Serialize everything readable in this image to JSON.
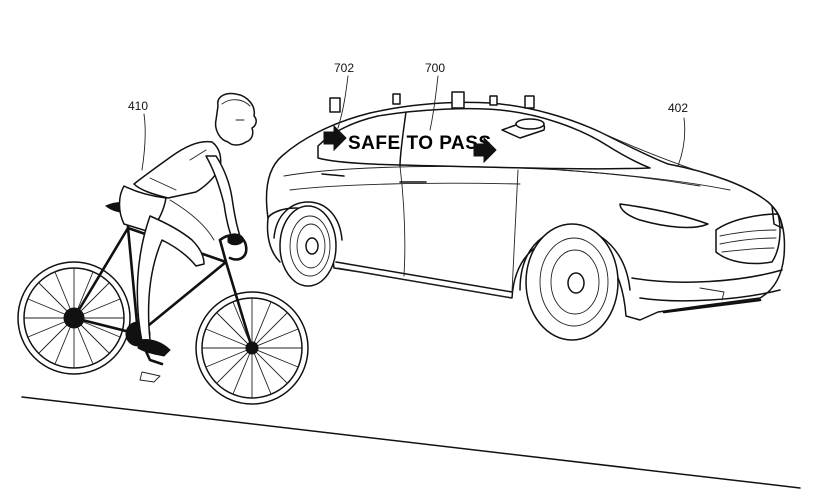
{
  "figure": {
    "labels": {
      "bicyclist": "410",
      "roof_display": "702",
      "message_system": "700",
      "vehicle": "402"
    },
    "sign": {
      "message": "SAFE TO PASS"
    },
    "icons": {
      "left_arrow": "arrow-right-icon",
      "right_arrow": "arrow-right-icon"
    },
    "colors": {
      "ink": "#111111",
      "paper": "#ffffff"
    }
  }
}
